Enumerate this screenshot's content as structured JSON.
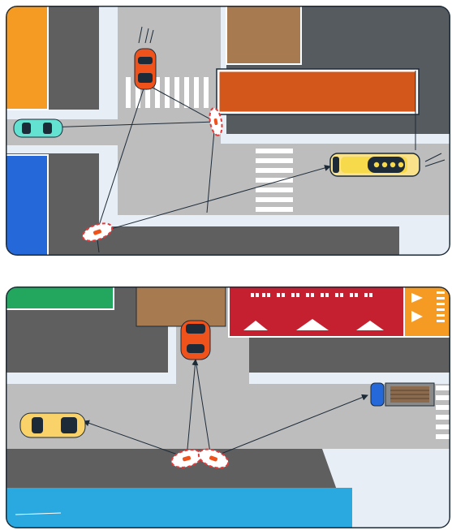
{
  "panels": [
    {
      "id": "top",
      "colors": {
        "road": "#bdbdbd",
        "block": "#5f5f5f",
        "sidewalk": "#e8eef5",
        "building_orange": "#f59a23",
        "building_blue": "#2468d9",
        "building_roof": "#d3561a",
        "building_brown": "#a77a4f",
        "building_dark": "#565b60",
        "outline": "#1d2b38"
      },
      "vehicles": [
        "orange-car",
        "teal-car",
        "yellow-bus"
      ],
      "agents": [
        "drone-left",
        "drone-right"
      ]
    },
    {
      "id": "bottom",
      "colors": {
        "road": "#bdbdbd",
        "block": "#5f5f5f",
        "sidewalk": "#e8eef5",
        "building_green": "#23a65e",
        "building_brown": "#a77a4f",
        "building_red": "#c4202f",
        "building_orange": "#f59a23",
        "water": "#29a9e0",
        "outline": "#1d2b38"
      },
      "vehicles": [
        "orange-car",
        "yellow-car",
        "blue-truck"
      ],
      "agents": [
        "drone-left",
        "drone-right"
      ]
    }
  ]
}
